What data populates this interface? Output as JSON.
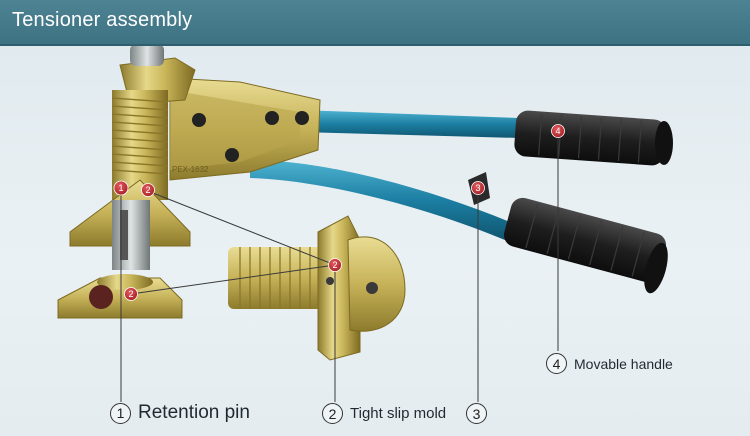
{
  "header": {
    "title": "Tensioner assembly"
  },
  "colors": {
    "header_bg": "#3f7585",
    "handle_blue": "#1f7fa0",
    "grip_black": "#222222",
    "brass": "#c8b85a",
    "marker_red": "#b8282f"
  },
  "markers": [
    "1",
    "2",
    "2",
    "2",
    "3",
    "4"
  ],
  "labels": {
    "retention_pin": {
      "num": "1",
      "text": "Retention pin"
    },
    "tight_slip_mold": {
      "num": "2",
      "text": "Tight slip mold"
    },
    "part3": {
      "num": "3"
    },
    "movable_handle": {
      "num": "4",
      "text": "Movable handle"
    }
  },
  "tool_engraving": "PEX-1632"
}
